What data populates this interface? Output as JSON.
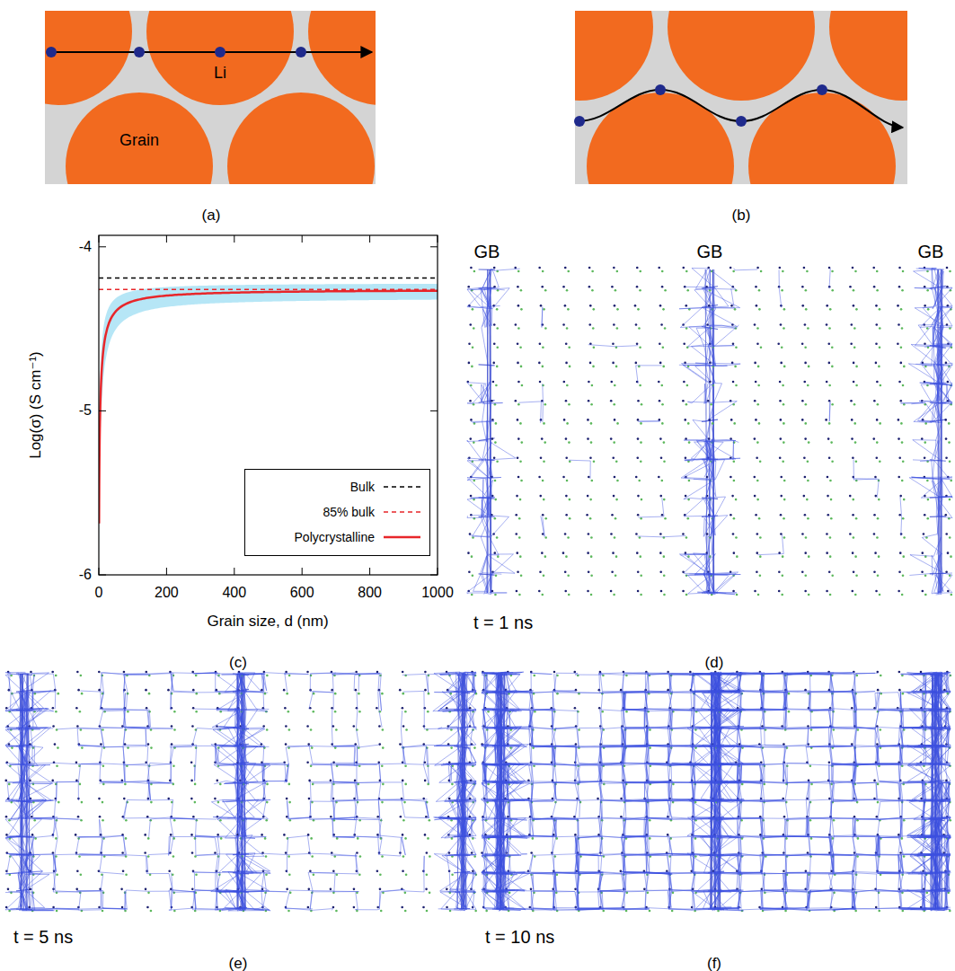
{
  "diagram": {
    "nodes": [
      {
        "text": [
          "Grain"
        ]
      }
    ],
    "labels": [
      "Li",
      "(a)",
      "(b)",
      "-4",
      "-5",
      "-6",
      "0",
      "200",
      "400",
      "600",
      "800",
      "1000",
      "Log(σ) (S cm⁻¹)",
      "Grain size, d (nm)",
      "(c)",
      "GB",
      "GB",
      "GB",
      "t = 1 ns",
      "(d)",
      "t = 5 ns",
      "(e)",
      "t = 10 ns",
      "(f)"
    ],
    "legend": [
      {
        "text": "Bulk"
      },
      {
        "text": "85% bulk"
      },
      {
        "text": "Polycrystalline"
      }
    ]
  }
}
